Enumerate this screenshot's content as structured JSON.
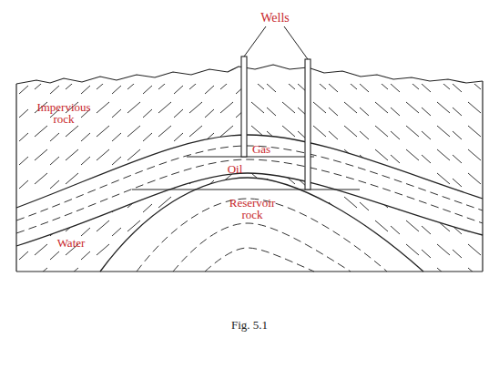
{
  "diagram": {
    "caption": "Fig. 5.1",
    "labels": [
      "Wells",
      "Impervious rock",
      "Gas",
      "Oil",
      "Reservoir rock",
      "Water"
    ]
  }
}
